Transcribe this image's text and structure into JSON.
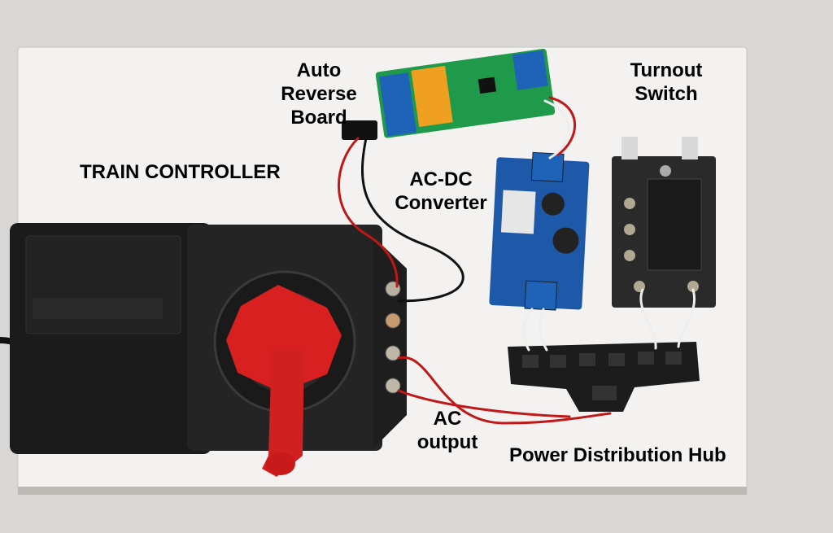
{
  "labels": {
    "auto_reverse_board": [
      "Auto",
      "Reverse",
      "Board"
    ],
    "turnout_switch": [
      "Turnout",
      "Switch"
    ],
    "train_controller": "TRAIN CONTROLLER",
    "ac_dc_converter": [
      "AC-DC",
      "Converter"
    ],
    "ac_output": [
      "AC",
      "output"
    ],
    "power_distribution_hub": "Power Distribution Hub"
  },
  "colors": {
    "wall": "#d9d7d6",
    "board": "#f3f2f1",
    "controller_body": "#1c1c1c",
    "throttle_knob": "#d82020",
    "relay_pcb": "#1f9a4a",
    "relay": "#f0a020",
    "converter_pcb": "#1d59a8",
    "terminal_block": "#1e63b8",
    "wire_red": "#c01818",
    "wire_black": "#111111",
    "wire_white": "#eeeeee"
  }
}
